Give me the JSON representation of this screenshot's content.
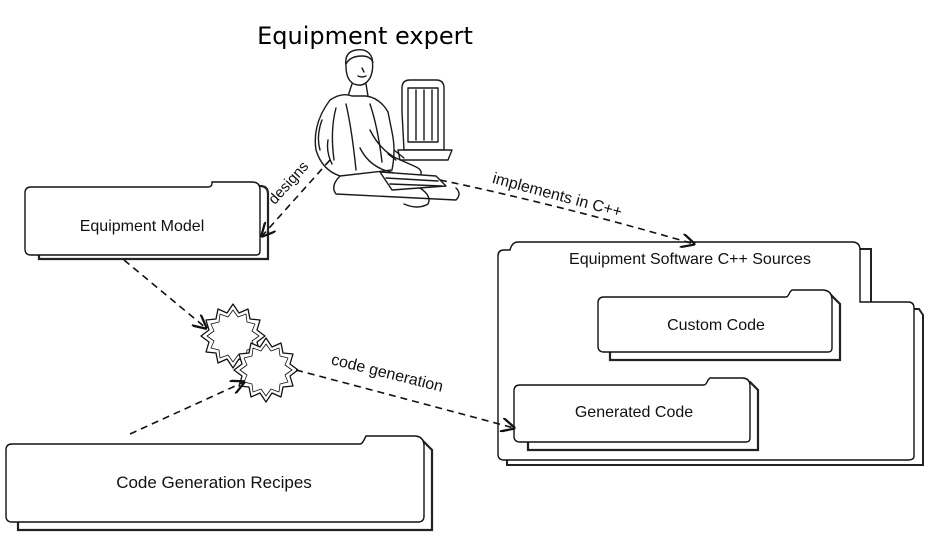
{
  "actor": {
    "label": "Equipment expert",
    "icon": "person-at-computer-icon"
  },
  "nodes": {
    "equipment_model": "Equipment Model",
    "code_generation_recipes": "Code Generation Recipes",
    "sources_container": "Equipment Software C++ Sources",
    "custom_code": "Custom Code",
    "generated_code": "Generated Code"
  },
  "edges": {
    "designs": "designs",
    "implements": "implements in C++",
    "code_generation": "code generation"
  },
  "generator": {
    "icon": "gears-icon"
  },
  "colors": {
    "stroke": "#111111",
    "shadow": "#222222",
    "background": "#ffffff"
  }
}
